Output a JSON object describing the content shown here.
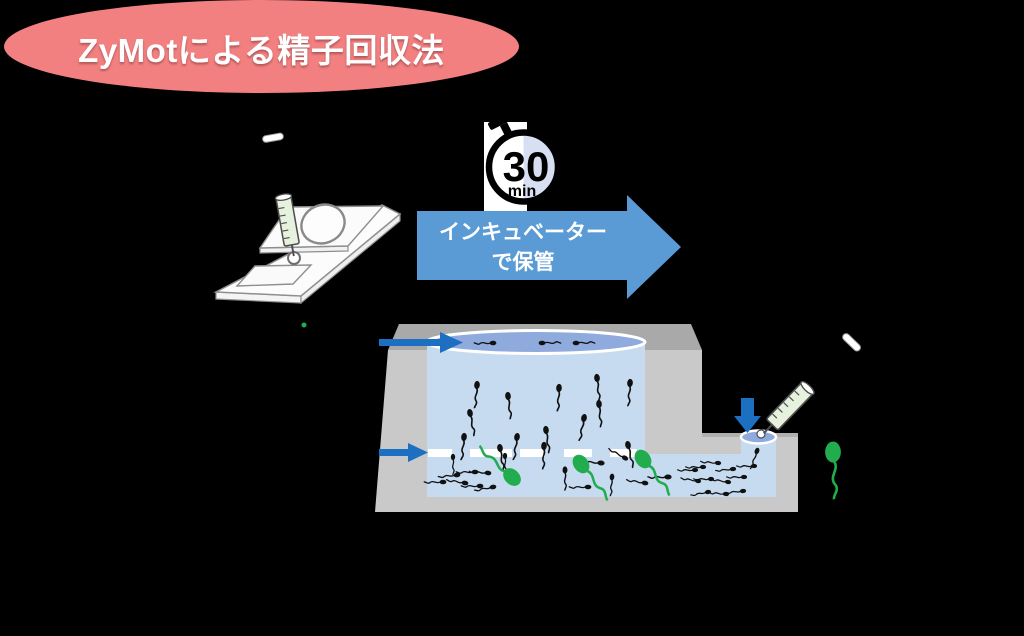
{
  "slide": {
    "title": "ZyMotによる精子回収法"
  },
  "timer": {
    "value": "30",
    "unit": "min"
  },
  "incubator_arrow": {
    "line1": "インキュベーター",
    "line2": "で保管"
  },
  "colors": {
    "background": "#000000",
    "title_bubble": "#F28081",
    "title_text": "#FFFFFF",
    "process_arrow": "#5B9BD5",
    "pointer_arrow": "#1D6FC1",
    "device_top": "#A9A9A9",
    "device_front": "#C9C9C9",
    "device_step_edge": "#B0B0B0",
    "chamber_fluid": "#C6DBF0",
    "pool_fluid": "#8FAADC",
    "membrane": "#FFFFFF",
    "sperm_black": "#111111",
    "sperm_green": "#21AC4E",
    "syringe_body": "#E6F1DE",
    "syringe_outline": "#4D4D4D",
    "stopwatch_face_right": "#D9DFF2",
    "stopwatch_ink": "#000000",
    "timer_card": "#FFFFFF",
    "slide_face": "#FCFCFC",
    "slide_outline": "#8F8F8F"
  },
  "icons": {
    "stopwatch-icon": "svg circle with winding crown",
    "syringe-icon": "svg barrel with scale ticks and needle",
    "arrow-right-icon": "svg block arrow polygon",
    "arrow-down-icon": "svg block arrow polygon",
    "sperm-icon": "svg head ellipse with wavy tail",
    "green-sperm-icon": "svg large green head with wavy tail"
  }
}
